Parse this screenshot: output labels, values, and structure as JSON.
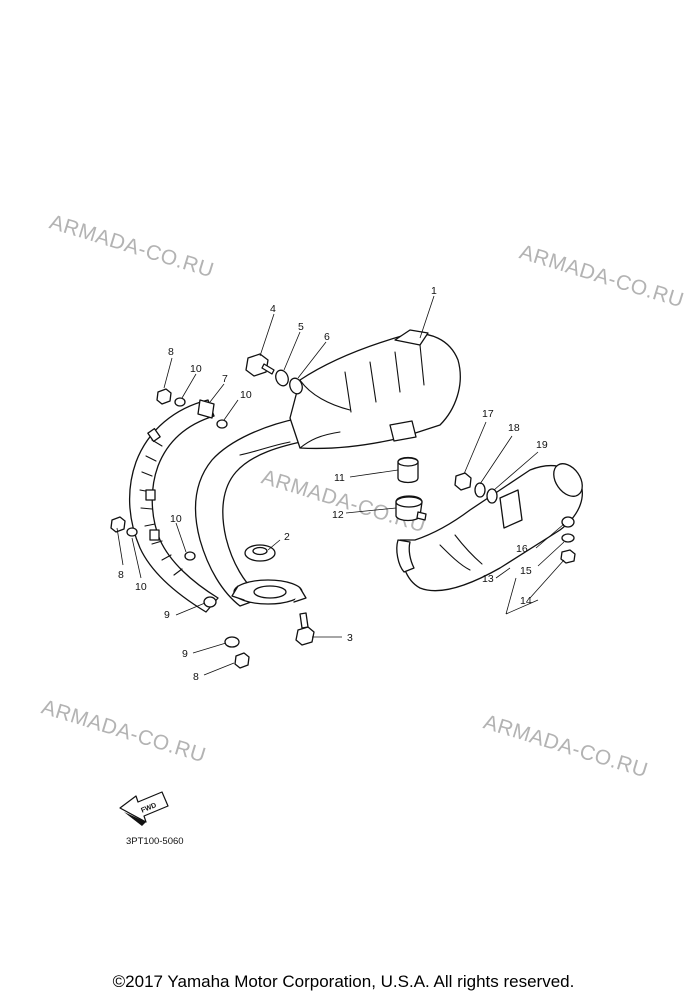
{
  "watermarks": [
    "ARMADA-CO.RU",
    "ARMADA-CO.RU",
    "ARMADA-CO.RU",
    "ARMADA-CO.RU",
    "ARMADA-CO.RU"
  ],
  "callouts": [
    "1",
    "2",
    "3",
    "4",
    "5",
    "6",
    "7",
    "8",
    "9",
    "10",
    "11",
    "12",
    "13",
    "14",
    "15",
    "16",
    "17",
    "18",
    "19"
  ],
  "fwd_label": "FWD",
  "part_code": "3PT100-5060",
  "copyright": "©2017 Yamaha Motor Corporation, U.S.A. All rights reserved."
}
